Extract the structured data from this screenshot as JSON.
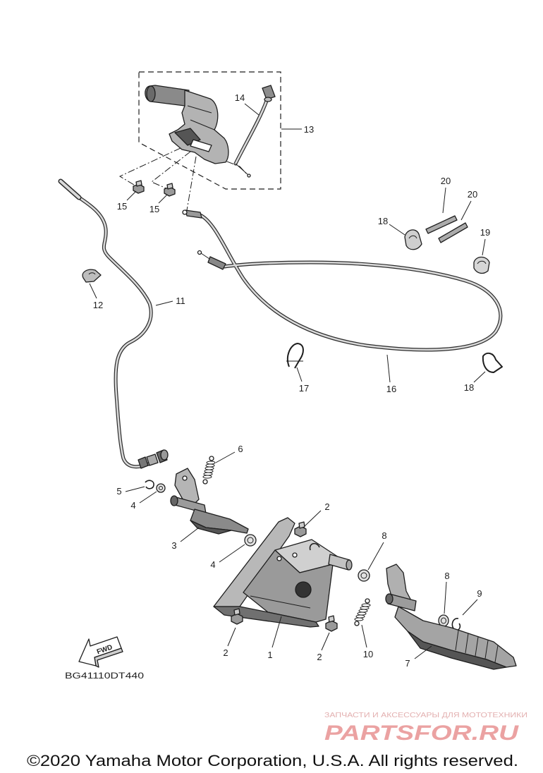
{
  "diagram": {
    "callouts": [
      "13",
      "14",
      "15",
      "15",
      "20",
      "20",
      "18",
      "19",
      "12",
      "11",
      "17",
      "16",
      "18",
      "6",
      "5",
      "4",
      "2",
      "8",
      "3",
      "4",
      "8",
      "9",
      "2",
      "1",
      "2",
      "10",
      "7"
    ],
    "direction_label": "FWD",
    "drawing_code": "BG41110DT440"
  },
  "watermark": {
    "tagline": "ЗАПЧАСТИ И АКСЕССУАРЫ ДЛЯ МОТОТЕХНИКИ",
    "logo_text": "PARTSFOR.RU"
  },
  "footer": {
    "copyright": "©2020 Yamaha Motor Corporation, U.S.A. All rights reserved."
  },
  "colors": {
    "line": "#1e1e1e",
    "watermark": "#eba2a2"
  }
}
